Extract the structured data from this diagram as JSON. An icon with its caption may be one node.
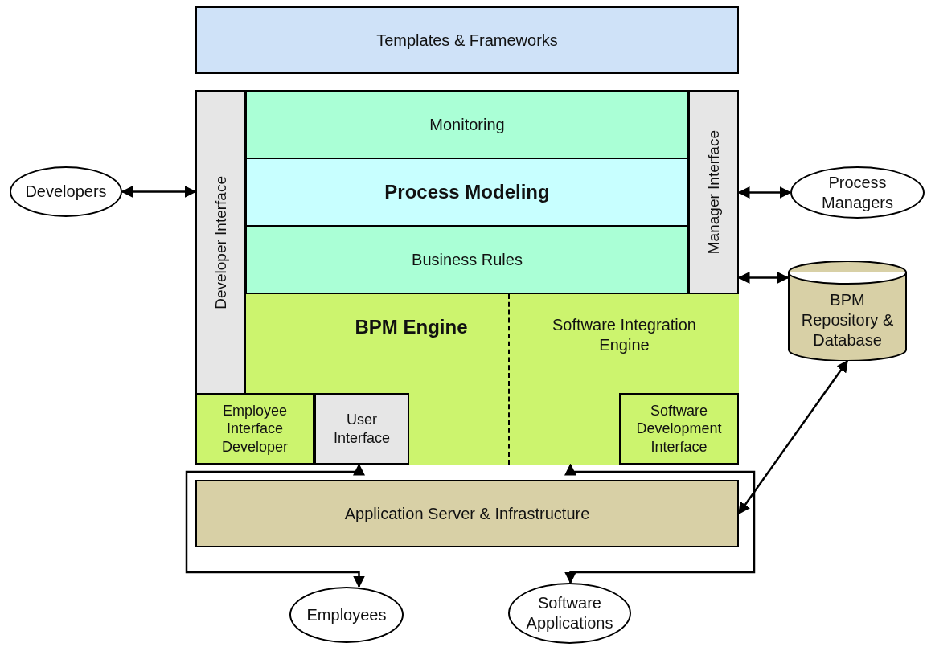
{
  "diagram": {
    "nodes": [
      {
        "text": [
          "Templates & Frameworks"
        ]
      },
      {
        "text": [],
        "shape": "box"
      },
      {
        "text": [
          "Developer Interface"
        ],
        "in": 1
      },
      {
        "text": [
          "Monitoring"
        ],
        "in": 1
      },
      {
        "text": [
          "Process Modeling"
        ],
        "in": 1
      },
      {
        "text": [
          "Business Rules"
        ],
        "in": 1
      },
      {
        "text": [
          "Manager Interface"
        ],
        "in": 1
      },
      {
        "text": [
          "BPM Engine"
        ],
        "in": 1
      },
      {
        "text": [
          "Software Integration Engine"
        ],
        "in": 1
      },
      {
        "text": [
          "Employee Interface Developer"
        ],
        "in": 1
      },
      {
        "text": [
          "User Interface"
        ],
        "in": 7
      },
      {
        "text": [
          "Software Development Interface"
        ],
        "in": 8
      },
      {
        "text": [
          "Application Server & Infrastructure"
        ]
      },
      {
        "text": [
          "Developers"
        ]
      },
      {
        "text": [
          "Process Managers"
        ]
      },
      {
        "text": [
          "BPM Repository & Database"
        ]
      },
      {
        "text": [
          "Employees"
        ]
      },
      {
        "text": [
          "Software Applications"
        ]
      }
    ],
    "edges": [
      {
        "from": 13,
        "to": 2,
        "arrow": "both"
      },
      {
        "from": 6,
        "to": 14,
        "arrow": "both"
      },
      {
        "from": 6,
        "to": 15,
        "arrow": "both"
      },
      {
        "from": 15,
        "to": 12,
        "arrow": "both"
      },
      {
        "from": 10,
        "to": 16,
        "arrow": "both"
      },
      {
        "from": 8,
        "to": 17,
        "arrow": "both"
      }
    ]
  }
}
